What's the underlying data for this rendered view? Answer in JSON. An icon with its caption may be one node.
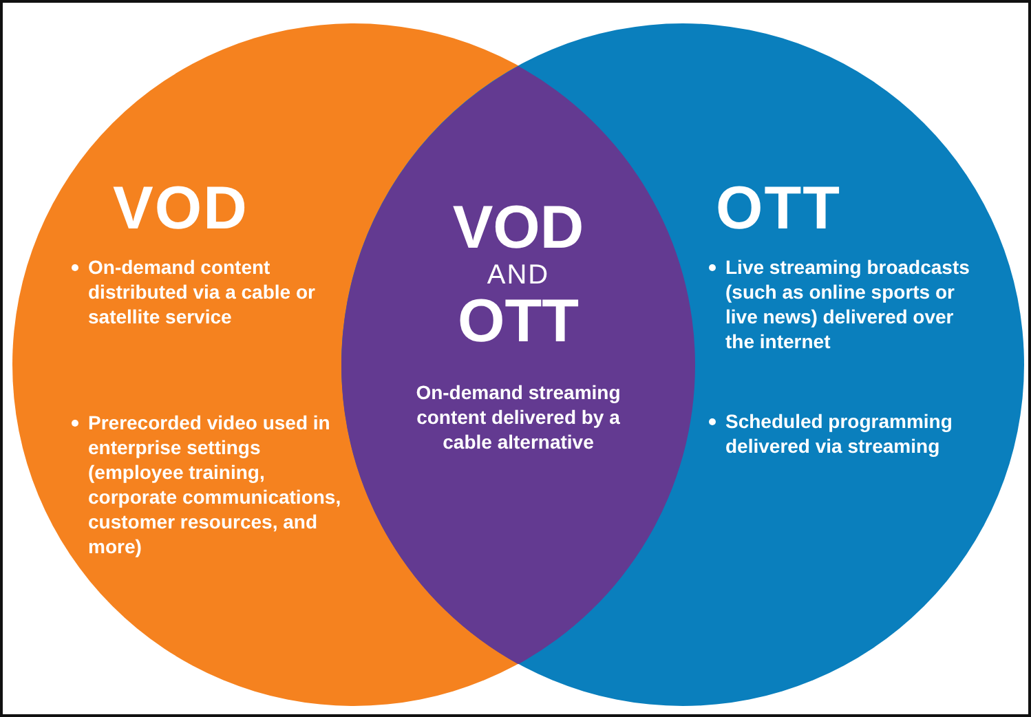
{
  "diagram": {
    "nodes": [
      {
        "text": [
          "VOD",
          "On-demand content distributed via a cable or satellite service",
          "Prerecorded video used in enterprise settings (employee training, corporate communications, customer resources, and more)"
        ]
      },
      {
        "text": [
          "VOD",
          "AND",
          "OTT",
          "On-demand streaming content delivered by a cable alternative"
        ]
      },
      {
        "text": [
          "OTT",
          "Live streaming broadcasts (such as online sports or live news) delivered over the internet",
          "Scheduled programming delivered via streaming"
        ]
      }
    ]
  }
}
